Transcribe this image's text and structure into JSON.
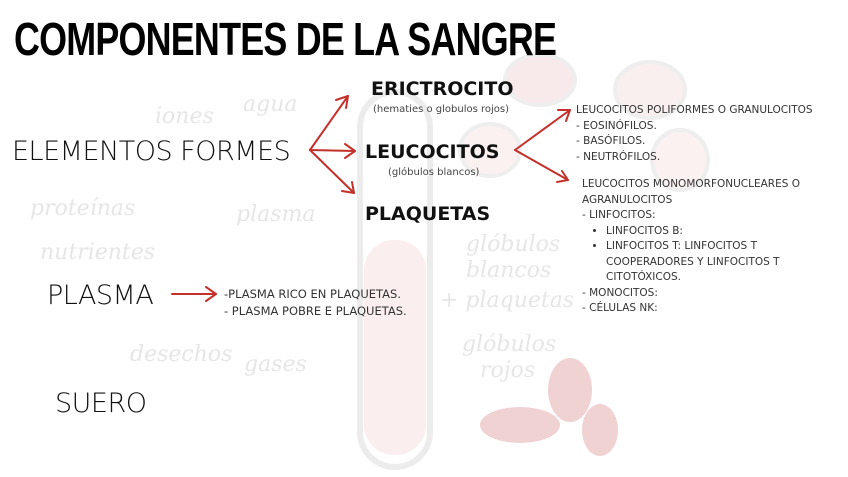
{
  "title": "COMPONENTES DE LA SANGRE",
  "accent_color": "#c4302b",
  "background_labels": [
    "agua",
    "iones",
    "proteínas",
    "plasma",
    "nutrientes",
    "desechos",
    "gases",
    "glóbulos blancos",
    "+ plaquetas",
    "glóbulos",
    "rojos"
  ],
  "elementos_formes": {
    "label": "ELEMENTOS FORMES",
    "items": [
      {
        "name": "ERICTROCITO",
        "note": "(hematies o globulos rojos)"
      },
      {
        "name": "LEUCOCITOS",
        "note": "(glóbulos blancos)"
      },
      {
        "name": "PLAQUETAS"
      }
    ]
  },
  "leucocitos": {
    "granulocitos": {
      "heading": "LEUCOCITOS POLIFORMES O GRANULOCITOS",
      "items": [
        "- EOSINÓFILOS.",
        "- BASÓFILOS.",
        "- NEUTRÓFILOS."
      ]
    },
    "agranulocitos": {
      "heading_1": "LEUCOCITOS MONOMORFONUCLEARES O",
      "heading_2": "AGRANULOCITOS",
      "linfocitos": "- LINFOCITOS:",
      "bullets": [
        "LINFOCITOS B:",
        "LINFOCITOS T:   LINFOCITOS T COOPERADORES Y LINFOCITOS T CITOTÓXICOS."
      ],
      "monocitos": "- MONOCITOS:",
      "nk": "- CÉLULAS NK:"
    }
  },
  "plasma": {
    "label": "PLASMA",
    "items": [
      "-PLASMA RICO EN PLAQUETAS.",
      "- PLASMA POBRE E PLAQUETAS."
    ]
  },
  "suero": {
    "label": "SUERO"
  }
}
